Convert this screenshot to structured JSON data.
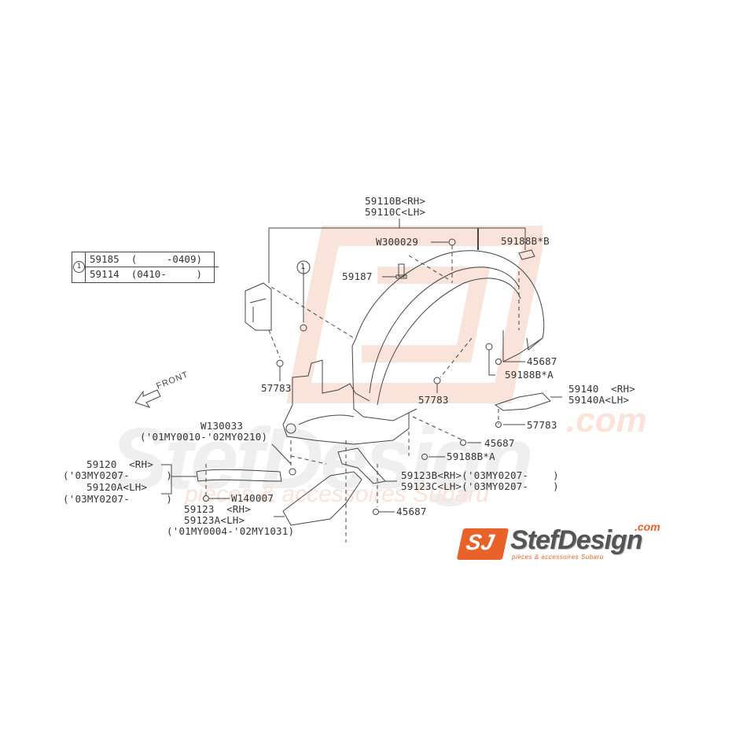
{
  "diagram": {
    "title_part": {
      "line1": "59110B<RH>",
      "line2": "59110C<LH>"
    },
    "legend": {
      "marker": "1",
      "rows": [
        {
          "part": "59185",
          "range": "(     -0409)"
        },
        {
          "part": "59114",
          "range": "(0410-     )"
        }
      ]
    },
    "callout_marker": "1",
    "front_label": "FRONT",
    "labels": {
      "w300029": "W300029",
      "p59187": "59187",
      "p59188b_b": "59188B*B",
      "p45687_a": "45687",
      "p59188b_a1": "59188B*A",
      "p57783_left": "57783",
      "p57783_mid": "57783",
      "p59140": "59140  <RH>",
      "p59140a": "59140A<LH>",
      "p57783_right": "57783",
      "p45687_b": "45687",
      "p59188b_a2": "59188B*A",
      "w130033": "W130033",
      "w130033_range": "('01MY0010-'02MY0210)",
      "p59123b": "59123B<RH>('03MY0207-    )",
      "p59123c": "59123C<LH>('03MY0207-    )",
      "p59120": "59120  <RH>",
      "p59120_range": "('03MY0207-      )",
      "p59120a": "59120A<LH>",
      "p59120a_range": "('03MY0207-      )",
      "w140007": "W140007",
      "p59123": "59123  <RH>",
      "p59123a": "59123A<LH>",
      "p59123_range": "('01MY0004-'02MY1031)",
      "p45687_c": "45687"
    }
  },
  "logo": {
    "badge": "SJ",
    "name": "StefDesign",
    "dotcom": ".com",
    "tagline": "pièces & accessoires Subaru"
  },
  "watermark": {
    "text": "StefDesign",
    "dotcom": ".com",
    "tagline": "pièces & accessoires Subaru",
    "colors": {
      "accent": "#f7d9cf",
      "gray": "#ececec"
    }
  },
  "colors": {
    "line": "#444444",
    "text": "#333333",
    "brand": "#e8622a"
  }
}
